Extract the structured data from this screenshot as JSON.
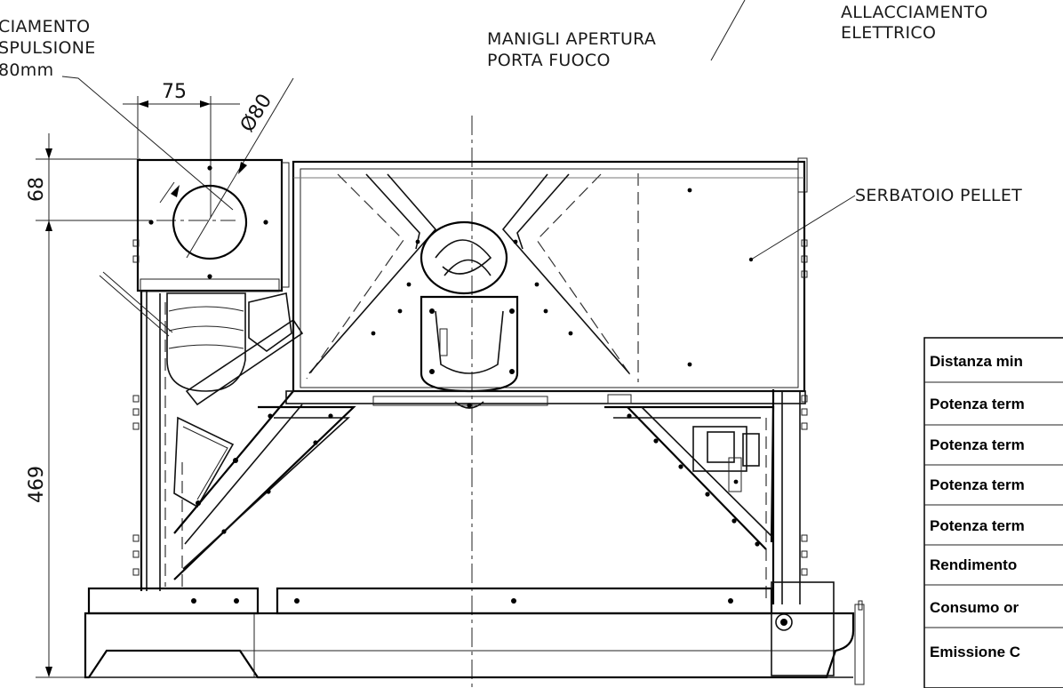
{
  "labels": {
    "exhaust": [
      "CIAMENTO",
      "SPULSIONE",
      "80mm"
    ],
    "handles": [
      "MANIGLI APERTURA",
      "PORTA FUOCO"
    ],
    "electric": [
      "ALLACCIAMENTO",
      "ELETTRICO"
    ],
    "tank": "SERBATOIO PELLET"
  },
  "dimensions": {
    "width_75": "75",
    "diameter": "Ø80",
    "height_68": "68",
    "height_469": "469"
  },
  "table": {
    "rows": [
      "Distanza min",
      "Potenza term",
      "Potenza term",
      "Potenza term",
      "Potenza term",
      "Rendimento",
      "Consumo or",
      "Emissione C"
    ]
  }
}
